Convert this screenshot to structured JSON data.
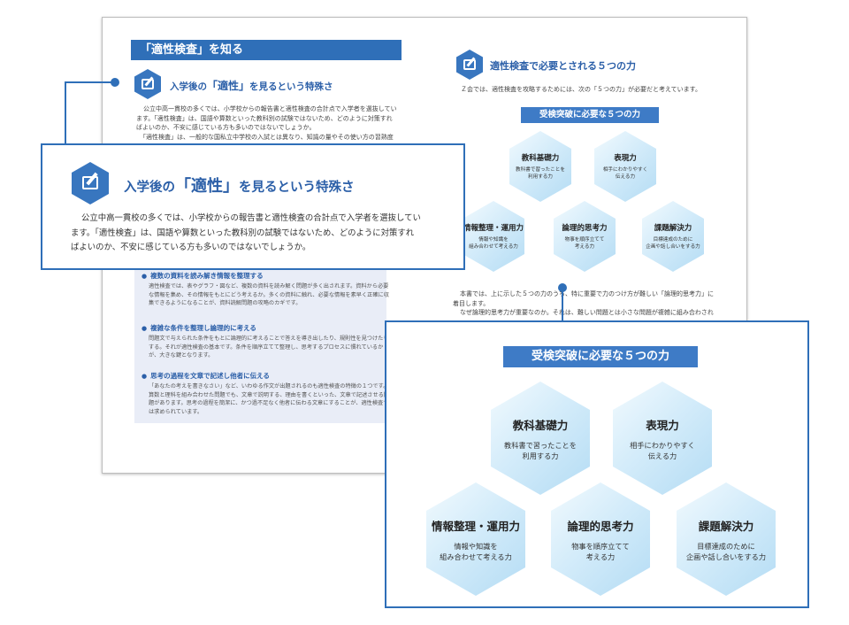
{
  "page": {
    "band_title": "「適性検査」を知る",
    "section_heading": {
      "pre": "入学後の",
      "em": "「適性」",
      "post": "を見るという特殊さ"
    },
    "intro_lines": [
      "公立中高一貫校の多くでは、小学校からの報告書と適性検査の合計点で入学者を選抜してい",
      "ます。「適性検査」は、国語や算数といった教科別の試験ではないため、どのように対策すれ",
      "ばよいのか、不安に感じている方も多いのではないでしょうか。",
      "「適性検査」は、一般的な国私立中学校の入試とは異なり、知識の量やその使い方の習熟度"
    ],
    "bullets": [
      {
        "title": "複数の資料を読み解き情報を整理する",
        "body": "適性検査では、表やグラフ・図など、複数の資料を読み解く問題が多く出されます。資料から必要な情報を集め、その情報をもとにどう考えるか。多くの資料に触れ、必要な情報を素早く正確に収集できるようになることが、資料読解問題の攻略のカギです。"
      },
      {
        "title": "複雑な条件を整理し論理的に考える",
        "body": "問題文で与えられた条件をもとに論理的に考えることで答えを導き出したり、規則性を見つけたりする。それが適性検査の基本です。条件を順序立てて整理し、思考するプロセスに慣れているかが、大きな鍵となります。"
      },
      {
        "title": "思考の過程を文章で記述し他者に伝える",
        "body": "「あなたの考えを書きなさい」など、いわゆる作文が出題されるのも適性検査の特徴の１つです。算数と理科を組み合わせた問題でも、文章で説明する、理由を書くといった、文章で記述させる問題があります。思考の過程を簡潔に、かつ過不足なく他者に伝わる文章にすることが、適性検査では求められています。"
      }
    ],
    "right_heading": "適性検査で必要とされる５つの力",
    "right_intro": "Ｚ会では、適性検査を攻略するためには、次の「５つの力」が必要だと考えています。",
    "right_bottom_lines": [
      "本書では、上に示した５つの力のうち、特に重要で力のつけ方が難しい「論理的思考力」に",
      "着目します。",
      "なぜ論理的思考力が重要なのか。それは、難しい問題とは小さな問題が複雑に組み合わされ"
    ]
  },
  "five_powers": {
    "title": "受検突破に必要な５つの力",
    "items": [
      {
        "title": "教科基礎力",
        "desc": "教科書で習ったことを\n利用する力"
      },
      {
        "title": "表現力",
        "desc": "相手にわかりやすく\n伝える力"
      },
      {
        "title": "情報整理・運用力",
        "desc": "情報や知識を\n組み合わせて考える力"
      },
      {
        "title": "論理的思考力",
        "desc": "物事を順序立てて\n考える力"
      },
      {
        "title": "課題解決力",
        "desc": "目標達成のために\n企画や話し合いをする力"
      }
    ]
  },
  "callout1": {
    "heading": {
      "pre": "入学後の",
      "em": "「適性」",
      "post": "を見るという特殊さ"
    },
    "lines": [
      "公立中高一貫校の多くでは、小学校からの報告書と適性検査の合計点で入学者を選抜してい",
      "ます。「適性検査」は、国語や算数といった教科別の試験ではないため、どのように対策すれ",
      "ばよいのか、不安に感じている方も多いのではないでしょうか。"
    ]
  },
  "colors": {
    "accent": "#2f6fb8",
    "heading": "#2b5fa8",
    "hex_light": "#d4ecfa"
  }
}
